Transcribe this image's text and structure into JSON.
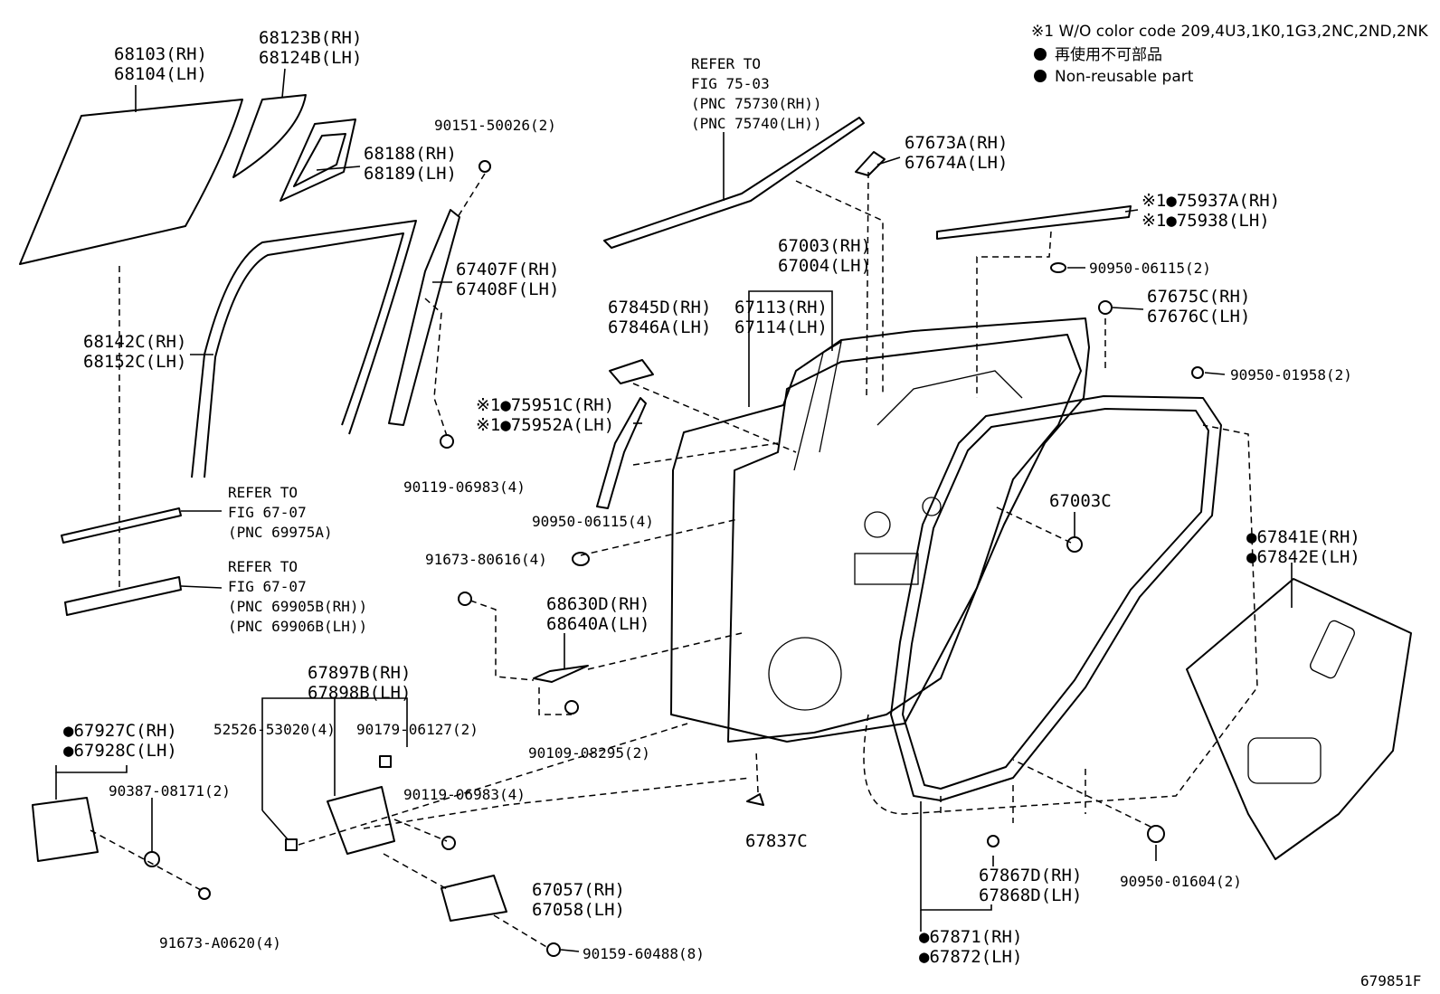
{
  "notes": {
    "line1": "※1 W/O color code 209,4U3,1K0,1G3,2NC,2ND,2NK",
    "line2": "再使用不可部品",
    "line3": "Non-reusable part"
  },
  "figure_id": "679851F",
  "labels": {
    "p68103": "68103(RH)",
    "p68104": "68104(LH)",
    "p68123b": "68123B(RH)",
    "p68124b": "68124B(LH)",
    "p68188": "68188(RH)",
    "p68189": "68189(LH)",
    "p90151": "90151-50026(2)",
    "ref75_1": "REFER TO",
    "ref75_2": "FIG 75-03",
    "ref75_3": "(PNC 75730(RH))",
    "ref75_4": "(PNC 75740(LH))",
    "p67673a": "67673A(RH)",
    "p67674a": "67674A(LH)",
    "p75937a": "※1●75937A(RH)",
    "p75938": "※1●75938(LH)",
    "p67003": "67003(RH)",
    "p67004": "67004(LH)",
    "p90950_06115a": "90950-06115(2)",
    "p67407f": "67407F(RH)",
    "p67408f": "67408F(LH)",
    "p67845d": "67845D(RH)",
    "p67846a": "67846A(LH)",
    "p67113": "67113(RH)",
    "p67114": "67114(LH)",
    "p67675c": "67675C(RH)",
    "p67676c": "67676C(LH)",
    "p68142c": "68142C(RH)",
    "p68152c": "68152C(LH)",
    "p90950_01958": "90950-01958(2)",
    "p75951c": "※1●75951C(RH)",
    "p75952a": "※1●75952A(LH)",
    "p90119a": "90119-06983(4)",
    "ref67a_1": "REFER TO",
    "ref67a_2": "FIG 67-07",
    "ref67a_3": "(PNC 69975A)",
    "p67003c": "67003C",
    "p90950_06115b": "90950-06115(4)",
    "p67841e": "●67841E(RH)",
    "p67842e": "●67842E(LH)",
    "p91673_80616": "91673-80616(4)",
    "ref67b_1": "REFER TO",
    "ref67b_2": "FIG 67-07",
    "ref67b_3": "(PNC 69905B(RH))",
    "ref67b_4": "(PNC 69906B(LH))",
    "p68630d": "68630D(RH)",
    "p68640a": "68640A(LH)",
    "p67897b": "67897B(RH)",
    "p67898b": "67898B(LH)",
    "p52526": "52526-53020(4)",
    "p90179": "90179-06127(2)",
    "p67927c": "●67927C(RH)",
    "p67928c": "●67928C(LH)",
    "p90109": "90109-08295(2)",
    "p90387": "90387-08171(2)",
    "p90119b": "90119-06983(4)",
    "p67837c": "67837C",
    "p67867d": "67867D(RH)",
    "p67868d": "67868D(LH)",
    "p90950_01604": "90950-01604(2)",
    "p67057": "67057(RH)",
    "p67058": "67058(LH)",
    "p91673_a0620": "91673-A0620(4)",
    "p90159": "90159-60488(8)",
    "p67871": "●67871(RH)",
    "p67872": "●67872(LH)"
  }
}
